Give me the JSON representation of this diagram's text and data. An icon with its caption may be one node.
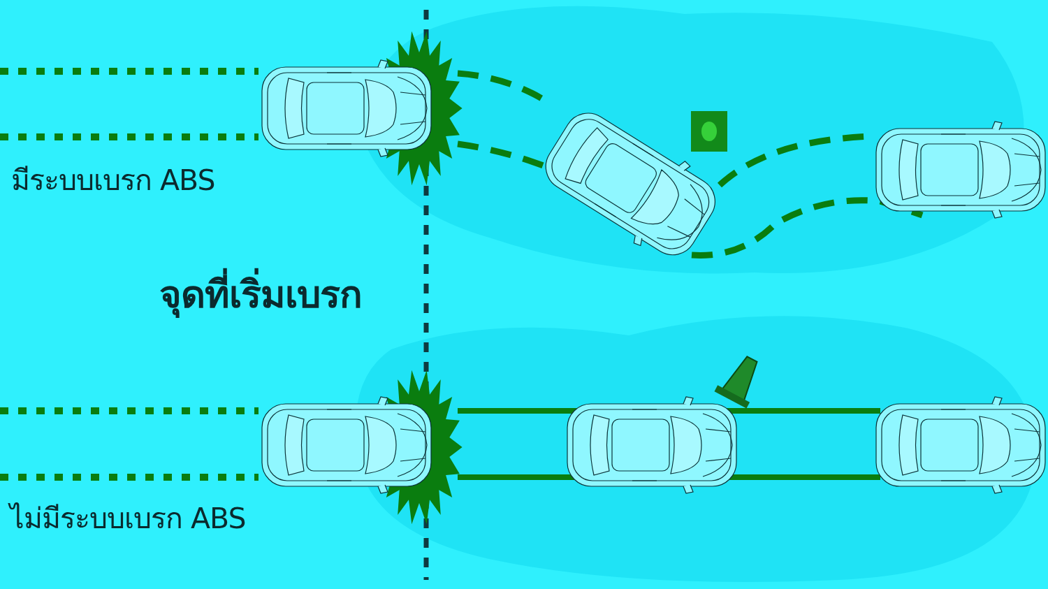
{
  "diagram": {
    "labels": [
      "มีระบบเบรก ABS",
      "จุดที่เริ่มเบรก",
      "ไม่มีระบบเบรก ABS"
    ]
  }
}
